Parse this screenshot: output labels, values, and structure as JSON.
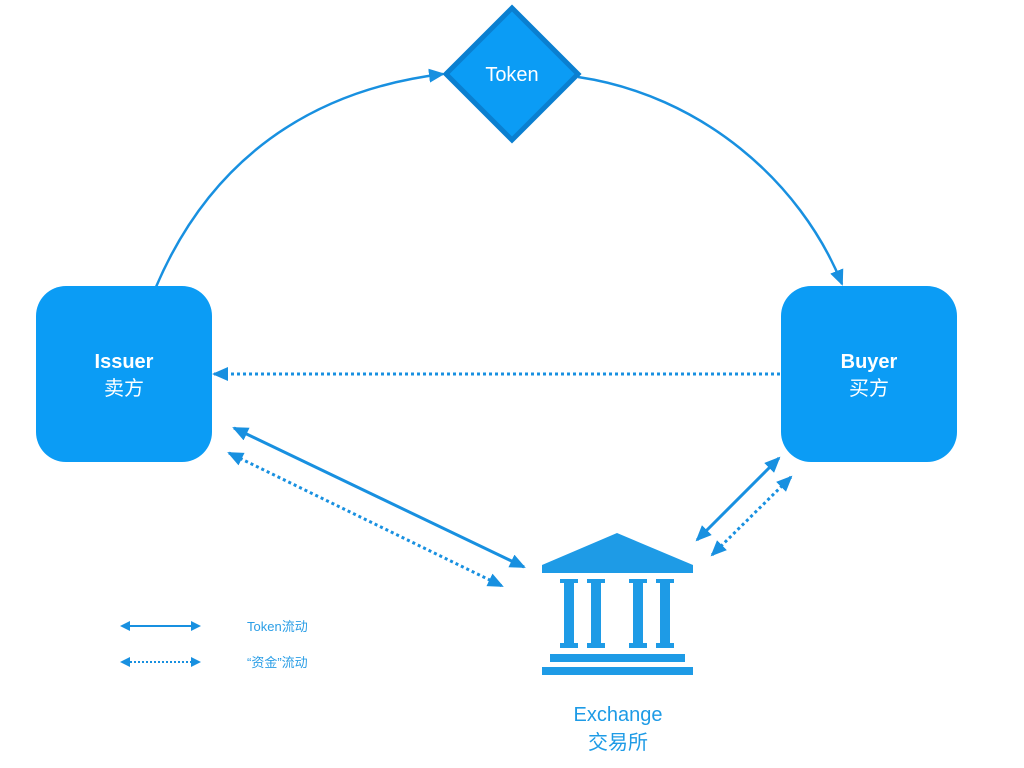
{
  "colors": {
    "node_fill": "#0b9cf5",
    "diamond_border": "#0a7fd0",
    "arrow": "#1890e0",
    "exchange": "#1e9be6"
  },
  "nodes": {
    "token": {
      "label": "Token",
      "shape": "diamond"
    },
    "issuer": {
      "label": "Issuer",
      "sublabel": "卖方",
      "shape": "rounded-rect"
    },
    "buyer": {
      "label": "Buyer",
      "sublabel": "买方",
      "shape": "rounded-rect"
    },
    "exchange": {
      "label": "Exchange",
      "sublabel": "交易所",
      "icon": "bank-building-icon"
    }
  },
  "edges": [
    {
      "from": "issuer",
      "to": "token",
      "style": "solid",
      "direction": "forward",
      "meaning": "Token流动"
    },
    {
      "from": "token",
      "to": "buyer",
      "style": "solid",
      "direction": "forward",
      "meaning": "Token流动"
    },
    {
      "from": "buyer",
      "to": "issuer",
      "style": "dotted",
      "direction": "forward",
      "meaning": "\"资金\"流动"
    },
    {
      "from": "issuer",
      "to": "exchange",
      "style": "solid",
      "direction": "both",
      "meaning": "Token流动"
    },
    {
      "from": "issuer",
      "to": "exchange",
      "style": "dotted",
      "direction": "both",
      "meaning": "\"资金\"流动"
    },
    {
      "from": "buyer",
      "to": "exchange",
      "style": "solid",
      "direction": "both",
      "meaning": "Token流动"
    },
    {
      "from": "buyer",
      "to": "exchange",
      "style": "dotted",
      "direction": "both",
      "meaning": "\"资金\"流动"
    }
  ],
  "legend": {
    "items": [
      {
        "style": "solid",
        "label": "Token流动"
      },
      {
        "style": "dotted",
        "label": "“资金”流动"
      }
    ]
  }
}
